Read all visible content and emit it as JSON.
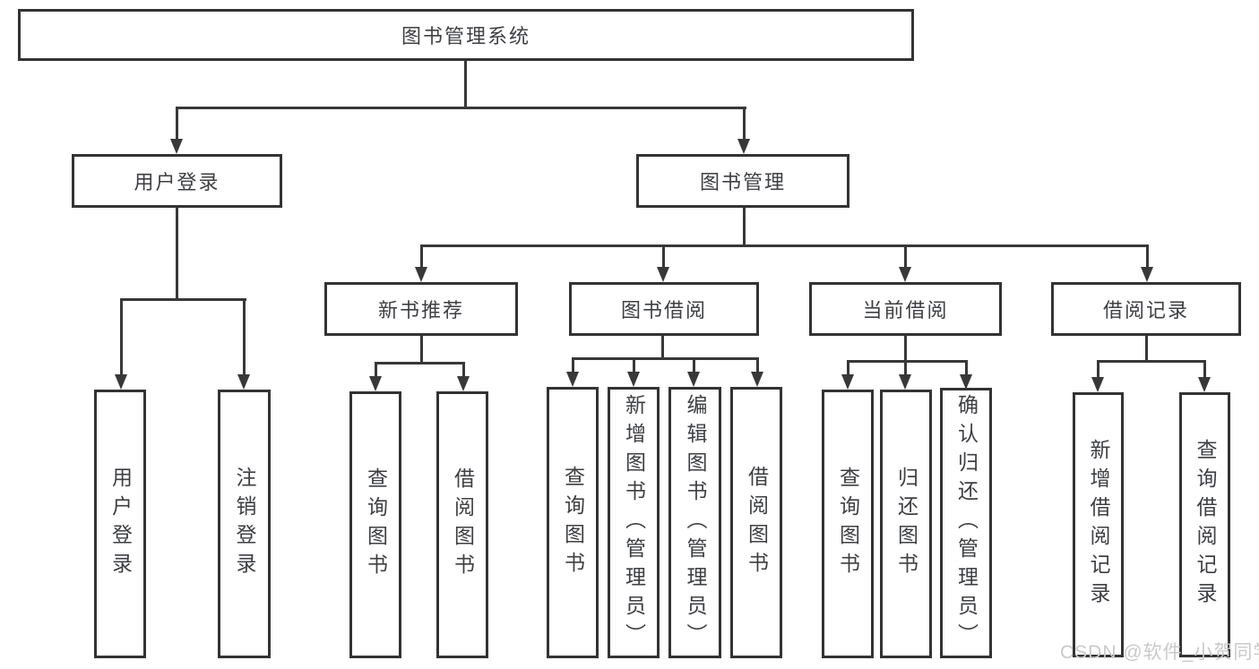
{
  "nodes": {
    "root": "图书管理系统",
    "user_login": "用户登录",
    "book_mgmt": "图书管理",
    "new_books": "新书推荐",
    "book_borrow": "图书借阅",
    "current_borrow": "当前借阅",
    "borrow_records": "借阅记录"
  },
  "leaves": {
    "user_login": [
      "用户登录",
      "注销登录"
    ],
    "new_books": [
      "查询图书",
      "借阅图书"
    ],
    "book_borrow": [
      "查询图书",
      "新增图书（管理员）",
      "编辑图书（管理员）",
      "借阅图书"
    ],
    "current_borrow": [
      "查询图书",
      "归还图书",
      "确认归还（管理员）"
    ],
    "borrow_records": [
      "新增借阅记录",
      "查询借阅记录"
    ]
  },
  "watermark": "CSDN @软件_小贺同学",
  "colors": {
    "line": "#383838",
    "border": "#333333",
    "text": "#3d3f42",
    "watermark": "#c9c9c9",
    "background": "#ffffff"
  }
}
